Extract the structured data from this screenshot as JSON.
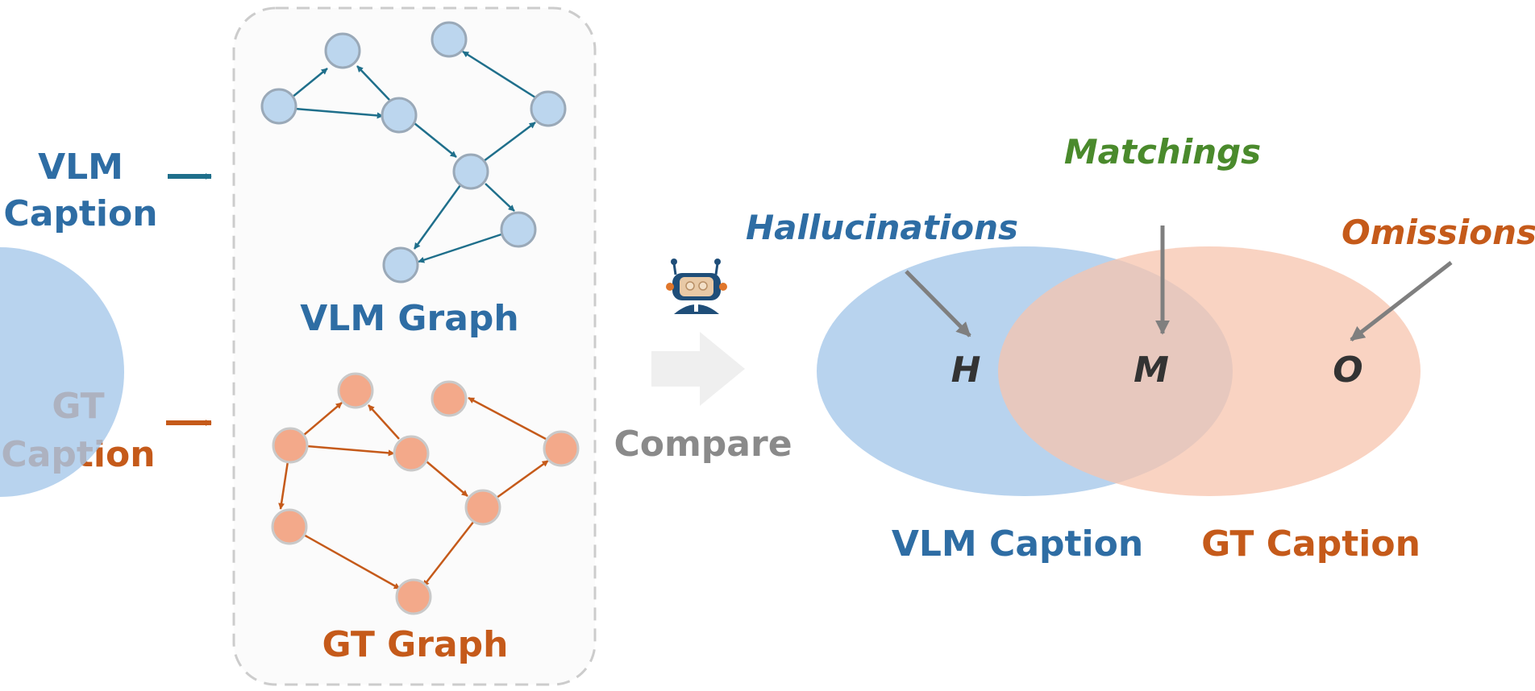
{
  "inputs": {
    "vlm_caption": [
      "VLM",
      "Caption"
    ],
    "gt_caption": [
      "GT",
      "Caption"
    ]
  },
  "graphs": {
    "vlm_graph_label": "VLM Graph",
    "gt_graph_label": "GT Graph"
  },
  "compare": {
    "label": "Compare",
    "icon": "robot-icon"
  },
  "venn": {
    "hallucinations_label": "Hallucinations",
    "matchings_label": "Matchings",
    "omissions_label": "Omissions",
    "h_letter": "H",
    "m_letter": "M",
    "o_letter": "O",
    "vlm_set_label": "VLM Caption",
    "gt_set_label": "GT Caption"
  },
  "colors": {
    "vlm": "#2e6da4",
    "vlm_edge": "#1f6f8b",
    "vlm_node": "#bcd6ee",
    "gt": "#c55a1a",
    "gt_node": "#f3a98a",
    "matchings": "#4a8a2c",
    "compare": "#8a8a8a",
    "venn_vlm": "#a6c8ea",
    "venn_gt": "#f7c4ad"
  }
}
